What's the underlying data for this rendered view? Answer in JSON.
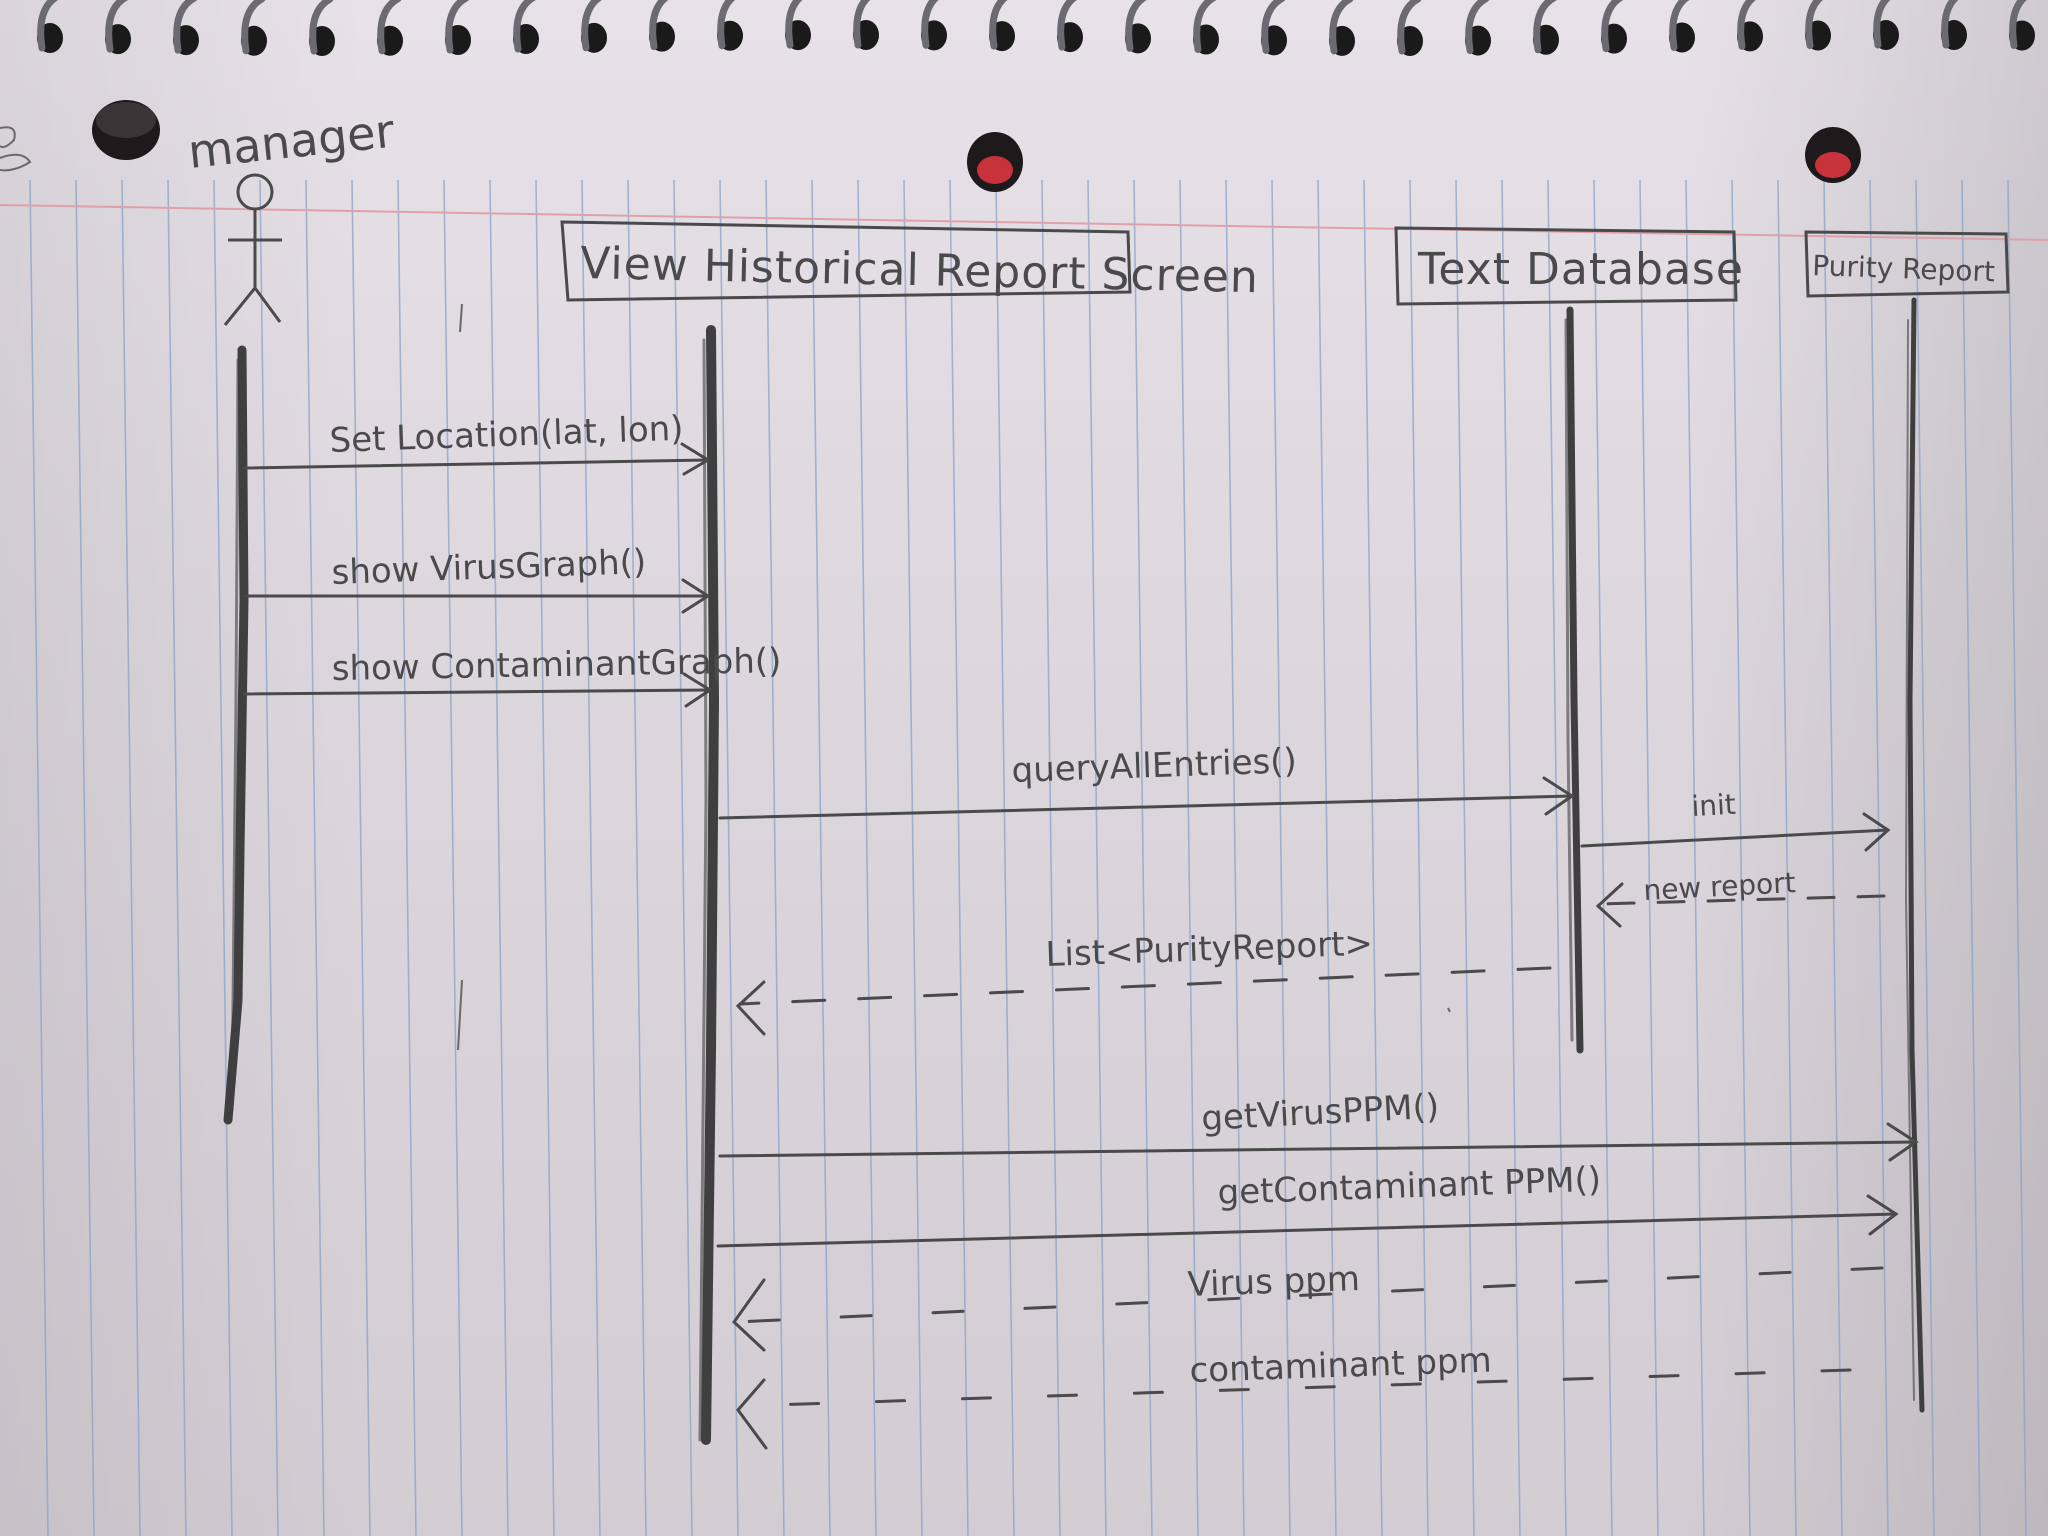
{
  "actor": {
    "label": "manager"
  },
  "lifelines": [
    {
      "label": "View Historical Report Screen"
    },
    {
      "label": "Text Database"
    },
    {
      "label": "Purity Report"
    }
  ],
  "messages": [
    {
      "label": "Set Location(lat, lon)"
    },
    {
      "label": "show VirusGraph()"
    },
    {
      "label": "show ContaminantGraph()"
    },
    {
      "label": "queryAllEntries()"
    },
    {
      "label": "init"
    },
    {
      "label": "new report"
    },
    {
      "label": "List<PurityReport>"
    },
    {
      "label": "getVirusPPM()"
    },
    {
      "label": "getContaminant PPM()"
    },
    {
      "label": "Virus ppm"
    },
    {
      "label": "contaminant ppm"
    }
  ],
  "colors": {
    "paper": "#dcd8de",
    "ink": "#4a4a4a",
    "rule_lines": "#8fa2c4",
    "margin_line": "#e0a0aa",
    "punch_hole": "#1e1a1c",
    "punch_hole_red": "#c8323a"
  }
}
